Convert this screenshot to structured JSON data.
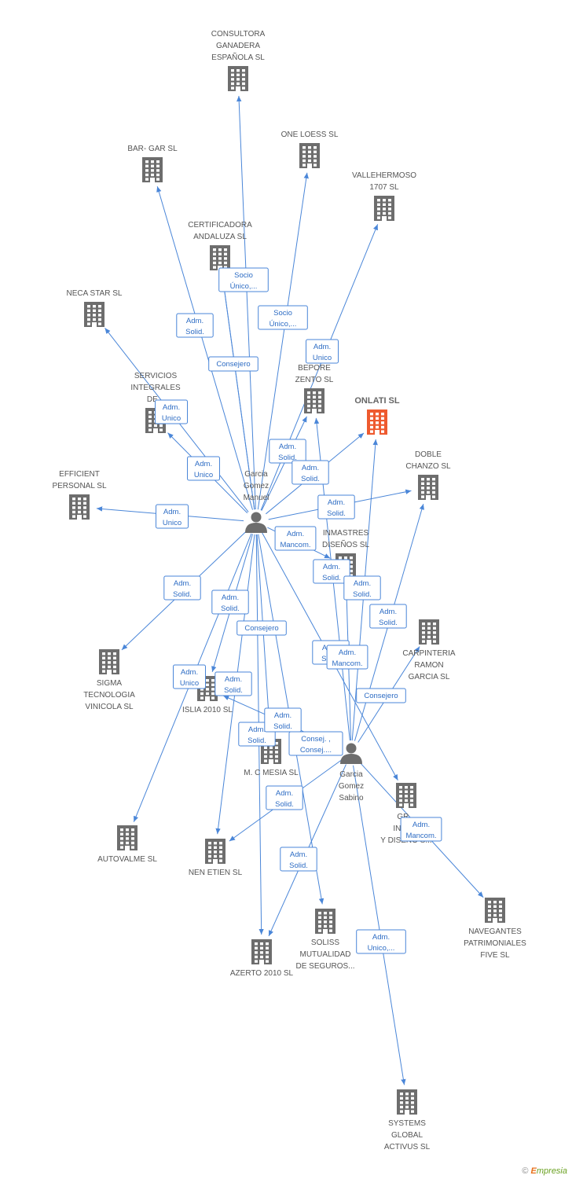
{
  "colors": {
    "company": "#6d6d6d",
    "focus": "#ee5a2f",
    "person": "#6d6d6d",
    "edge": "#4a86d8",
    "label": "#555555"
  },
  "footer": {
    "copyright": "©",
    "brand_initial": "E",
    "brand_rest": "mpresia"
  },
  "nodes": [
    {
      "id": "consultora",
      "type": "company",
      "icon": "building-icon",
      "label": [
        "CONSULTORA",
        "GANADERA",
        "ESPAÑOLA  SL"
      ]
    },
    {
      "id": "oneloess",
      "type": "company",
      "icon": "building-icon",
      "label": [
        "ONE LOESS SL"
      ]
    },
    {
      "id": "bargar",
      "type": "company",
      "icon": "building-icon",
      "label": [
        "BAR- GAR SL"
      ]
    },
    {
      "id": "vallehermoso",
      "type": "company",
      "icon": "building-icon",
      "label": [
        "VALLEHERMOSO",
        "1707 SL"
      ]
    },
    {
      "id": "certificadora",
      "type": "company",
      "icon": "building-icon",
      "label": [
        "CERTIFICADORA",
        "ANDALUZA SL"
      ]
    },
    {
      "id": "necastar",
      "type": "company",
      "icon": "building-icon",
      "label": [
        "NECA STAR SL"
      ]
    },
    {
      "id": "servicios",
      "type": "company",
      "icon": "building-icon",
      "label": [
        "SERVICIOS",
        "INTEGRALES",
        "DE..."
      ]
    },
    {
      "id": "bepore",
      "type": "company",
      "icon": "building-icon",
      "label": [
        "BEPORE",
        "ZENTO SL"
      ]
    },
    {
      "id": "onlati",
      "type": "focus",
      "icon": "building-icon",
      "label": [
        "ONLATI SL"
      ]
    },
    {
      "id": "doble",
      "type": "company",
      "icon": "building-icon",
      "label": [
        "DOBLE",
        "CHANZO SL"
      ]
    },
    {
      "id": "efficient",
      "type": "company",
      "icon": "building-icon",
      "label": [
        "EFFICIENT",
        "PERSONAL  SL"
      ]
    },
    {
      "id": "inmastres",
      "type": "company",
      "icon": "building-icon",
      "label": [
        "INMASTRES",
        "DISEÑOS SL"
      ]
    },
    {
      "id": "carpinteria",
      "type": "company",
      "icon": "building-icon",
      "label": [
        "CARPINTERIA",
        "RAMON",
        "GARCIA SL"
      ]
    },
    {
      "id": "sigma",
      "type": "company",
      "icon": "building-icon",
      "label": [
        "SIGMA",
        "TECNOLOGIA",
        "VINICOLA  SL"
      ]
    },
    {
      "id": "islia",
      "type": "company",
      "icon": "building-icon",
      "label": [
        "ISLIA 2010 SL"
      ]
    },
    {
      "id": "mcmesia",
      "type": "company",
      "icon": "building-icon",
      "label": [
        "M.  C  MESIA SL"
      ]
    },
    {
      "id": "grupo",
      "type": "company",
      "icon": "building-icon",
      "label": [
        "GR...",
        "INNO...",
        "Y DISEÑO S..."
      ]
    },
    {
      "id": "autovalme",
      "type": "company",
      "icon": "building-icon",
      "label": [
        "AUTOVALME SL"
      ]
    },
    {
      "id": "nenetien",
      "type": "company",
      "icon": "building-icon",
      "label": [
        "NEN ETIEN SL"
      ]
    },
    {
      "id": "navegantes",
      "type": "company",
      "icon": "building-icon",
      "label": [
        "NAVEGANTES",
        "PATRIMONIALES",
        "FIVE SL"
      ]
    },
    {
      "id": "soliss",
      "type": "company",
      "icon": "building-icon",
      "label": [
        "SOLISS",
        "MUTUALIDAD",
        "DE SEGUROS..."
      ]
    },
    {
      "id": "azerto",
      "type": "company",
      "icon": "building-icon",
      "label": [
        "AZERTO 2010 SL"
      ]
    },
    {
      "id": "systems",
      "type": "company",
      "icon": "building-icon",
      "label": [
        "SYSTEMS",
        "GLOBAL",
        "ACTIVUS SL"
      ]
    },
    {
      "id": "manuel",
      "type": "person",
      "icon": "person-icon",
      "label": [
        "Garcia",
        "Gomez",
        "Manuel"
      ]
    },
    {
      "id": "sabino",
      "type": "person",
      "icon": "person-icon",
      "label": [
        "Garcia",
        "Gomez",
        "Sabino"
      ]
    }
  ],
  "edges": [
    {
      "from": "manuel",
      "to": "consultora",
      "label": []
    },
    {
      "from": "manuel",
      "to": "oneloess",
      "label": [
        "Socio",
        "Único,..."
      ]
    },
    {
      "from": "manuel",
      "to": "bargar",
      "label": [
        "Adm.",
        "Solid."
      ]
    },
    {
      "from": "manuel",
      "to": "certificadora",
      "label": [
        "Socio",
        "Único,..."
      ]
    },
    {
      "from": "manuel",
      "to": "certificadora",
      "label": [
        "Consejero"
      ]
    },
    {
      "from": "manuel",
      "to": "necastar",
      "label": [
        "Adm.",
        "Unico"
      ]
    },
    {
      "from": "manuel",
      "to": "servicios",
      "label": [
        "Adm.",
        "Unico"
      ]
    },
    {
      "from": "manuel",
      "to": "bepore",
      "label": [
        "Adm.",
        "Solid."
      ]
    },
    {
      "from": "manuel",
      "to": "onlati",
      "label": [
        "Adm.",
        "Solid."
      ]
    },
    {
      "from": "manuel",
      "to": "doble",
      "label": [
        "Adm.",
        "Solid."
      ]
    },
    {
      "from": "manuel",
      "to": "efficient",
      "label": [
        "Adm.",
        "Unico"
      ]
    },
    {
      "from": "manuel",
      "to": "inmastres",
      "label": [
        "Adm.",
        "Mancom."
      ]
    },
    {
      "from": "manuel",
      "to": "sigma",
      "label": [
        "Adm.",
        "Solid."
      ]
    },
    {
      "from": "manuel",
      "to": "islia",
      "label": [
        "Adm.",
        "Solid."
      ]
    },
    {
      "from": "manuel",
      "to": "autovalme",
      "label": [
        "Adm.",
        "Unico"
      ]
    },
    {
      "from": "manuel",
      "to": "nenetien",
      "label": [
        "Adm.",
        "Solid."
      ]
    },
    {
      "from": "manuel",
      "to": "mcmesia",
      "label": [
        "Consejero"
      ]
    },
    {
      "from": "manuel",
      "to": "azerto",
      "label": [
        "Adm.",
        "Solid."
      ]
    },
    {
      "from": "manuel",
      "to": "soliss",
      "label": [
        "Consej. ,",
        "Consej...."
      ]
    },
    {
      "from": "manuel",
      "to": "grupo",
      "label": [
        "Adm.",
        "Solid."
      ]
    },
    {
      "from": "manuel",
      "to": "vallehermoso",
      "label": [
        "Adm.",
        "Unico"
      ]
    },
    {
      "from": "sabino",
      "to": "bepore",
      "label": [
        "Adm.",
        "Solid."
      ]
    },
    {
      "from": "sabino",
      "to": "onlati",
      "label": [
        "Adm.",
        "Solid."
      ]
    },
    {
      "from": "sabino",
      "to": "doble",
      "label": [
        "Adm.",
        "Solid."
      ]
    },
    {
      "from": "sabino",
      "to": "inmastres",
      "label": [
        "Adm.",
        "Mancom."
      ]
    },
    {
      "from": "sabino",
      "to": "carpinteria",
      "label": [
        "Consejero"
      ]
    },
    {
      "from": "sabino",
      "to": "islia",
      "label": [
        "Adm.",
        "Solid."
      ]
    },
    {
      "from": "sabino",
      "to": "nenetien",
      "label": [
        "Adm.",
        "Solid."
      ]
    },
    {
      "from": "sabino",
      "to": "azerto",
      "label": [
        "Adm.",
        "Solid."
      ]
    },
    {
      "from": "sabino",
      "to": "navegantes",
      "label": [
        "Adm.",
        "Mancom."
      ]
    },
    {
      "from": "sabino",
      "to": "systems",
      "label": [
        "Adm.",
        "Unico,..."
      ]
    }
  ]
}
